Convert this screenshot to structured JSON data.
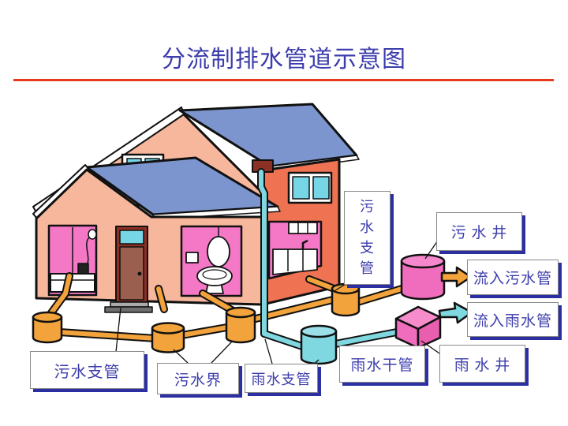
{
  "slide": {
    "title": "分流制排水管道示意图",
    "title_color": "#3C3CAC",
    "divider_color": "#E8391A",
    "background": "#FFFFFF"
  },
  "labels": {
    "sewage_branch_vertical": {
      "text": "污水支管",
      "chars": [
        "污",
        "水",
        "支",
        "管"
      ]
    },
    "sewage_well": {
      "text": "污 水 井"
    },
    "to_sewage_main": {
      "text": "流入污水管"
    },
    "to_rain_main": {
      "text": "流入雨水管"
    },
    "rain_main": {
      "text": "雨水干管"
    },
    "rain_well": {
      "text": "雨 水 井"
    },
    "sewage_branch_bottom": {
      "text": "污水支管"
    },
    "sewage_boundary": {
      "text": "污水界"
    },
    "rain_branch": {
      "text": "雨水支管"
    }
  },
  "palette": {
    "roof_blue": "#7D95CE",
    "gable_salmon": "#F6B79C",
    "wall_orange_red": "#EF7353",
    "room_pink": "#F478C6",
    "pipe_orange": "#F3A33B",
    "pipe_cyan": "#7FD7E0",
    "well_pink": "#F06CBC",
    "window_cyan": "#76D6E6",
    "door_brown": "#9B5F50",
    "door_frame_dark_red": "#8C3024",
    "callout_shadow_navy": "#2B2FA2",
    "callout_text_blue": "#3C3CAC",
    "outline_black": "#111111"
  }
}
